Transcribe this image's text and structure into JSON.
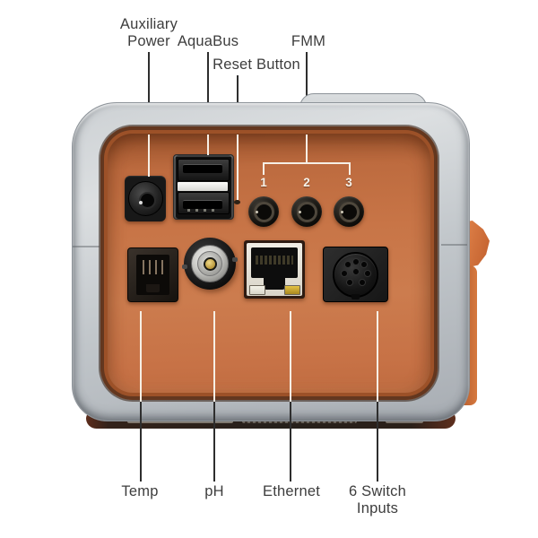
{
  "callouts": {
    "top": [
      {
        "id": "auxiliary-power",
        "line1": "Auxiliary",
        "line2": "Power"
      },
      {
        "id": "aquabus",
        "line1": "AquaBus"
      },
      {
        "id": "reset-button",
        "line1": "Reset Button"
      },
      {
        "id": "fmm",
        "line1": "FMM"
      }
    ],
    "bottom": [
      {
        "id": "temp",
        "line1": "Temp"
      },
      {
        "id": "ph",
        "line1": "pH"
      },
      {
        "id": "ethernet",
        "line1": "Ethernet"
      },
      {
        "id": "six-switch-inputs",
        "line1": "6 Switch",
        "line2": "Inputs"
      }
    ]
  },
  "fmm_port_numbers": [
    "1",
    "2",
    "3"
  ],
  "ports": [
    "auxiliary-power-barrel-jack",
    "aquabus-dual-usb",
    "reset-button-hole",
    "fmm-jack-1",
    "fmm-jack-2",
    "fmm-jack-3",
    "temp-rj11-jack",
    "ph-bnc-connector",
    "ethernet-rj45-port",
    "six-switch-inputs-din-connector"
  ],
  "colors": {
    "panel_orange": "#c87547",
    "panel_rim_dark": "#63371f",
    "casing_gray": "#c6cbcf",
    "side_tab_orange": "#d4783f",
    "callout_text": "#3d3d3d",
    "leader_line_dark": "#2e2e2e",
    "leader_line_light": "#f6efe5",
    "fmm_number_white": "#f7f2e9"
  }
}
